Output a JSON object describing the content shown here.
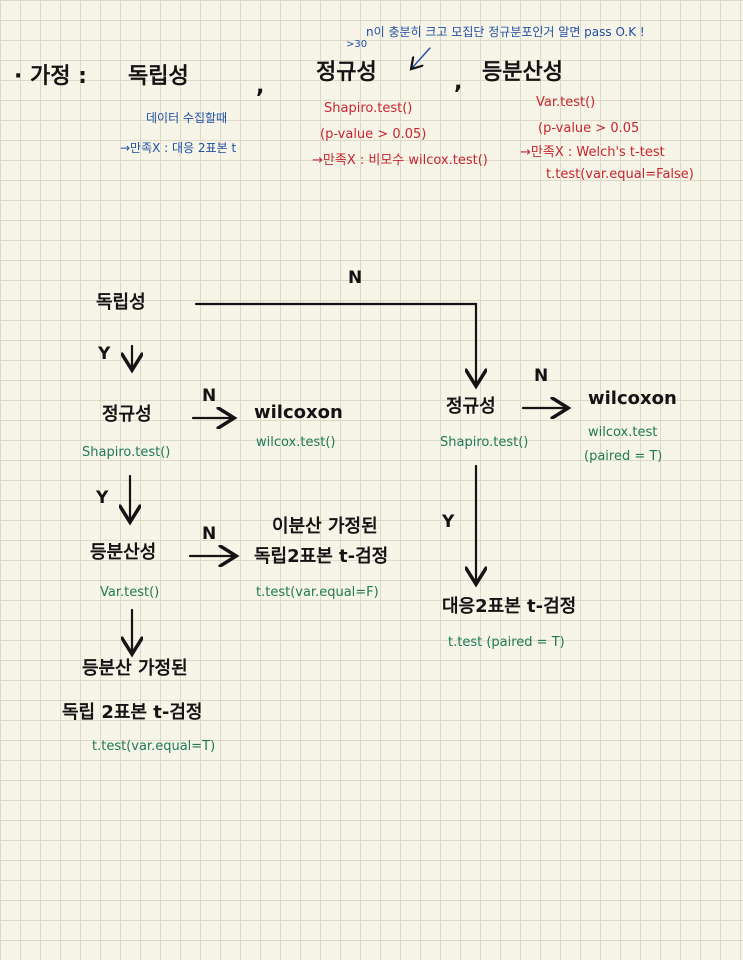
{
  "header": {
    "bullet": "· 가정 :",
    "indep": "독립성",
    "comma1": ",",
    "normal": "정규성",
    "comma2": ",",
    "equalvar": "등분산성",
    "note_top": "n이 충분히 크고 모집단 정규분포인거 알면 pass O.K !",
    "note_30": ">30",
    "indep_note1": "데이터 수집할때",
    "indep_note2": "→만족X : 대응 2표본 t",
    "normal_code": "Shapiro.test()",
    "normal_cond": "(p-value > 0.05)",
    "normal_fail": "→만족X : 비모수 wilcox.test()",
    "var_code": "Var.test()",
    "var_cond": "(p-value > 0.05",
    "var_fail": "→만족X : Welch's t-test",
    "var_fail2": "t.test(var.equal=False)"
  },
  "flow": {
    "indep": "독립성",
    "n_top": "N",
    "y1": "Y",
    "normal_left": "정규성",
    "normal_left_code": "Shapiro.test()",
    "n1": "N",
    "wilcoxon_left": "wilcoxon",
    "wilcoxon_left_code": "wilcox.test()",
    "y2": "Y",
    "equalvar": "등분산성",
    "equalvar_code": "Var.test()",
    "n2": "N",
    "hetero1": "이분산 가정된",
    "hetero2": "독립2표본 t-검정",
    "hetero_code": "t.test(var.equal=F)",
    "homo1": "등분산 가정된",
    "homo2": "독립 2표본 t-검정",
    "homo_code": "t.test(var.equal=T)",
    "normal_right": "정규성",
    "normal_right_code": "Shapiro.test()",
    "n3": "N",
    "wilcoxon_right": "wilcoxon",
    "wilcoxon_right_code1": "wilcox.test",
    "wilcoxon_right_code2": "(paired = T)",
    "y3": "Y",
    "paired": "대응2표본 t-검정",
    "paired_code": "t.test (paired = T)"
  }
}
